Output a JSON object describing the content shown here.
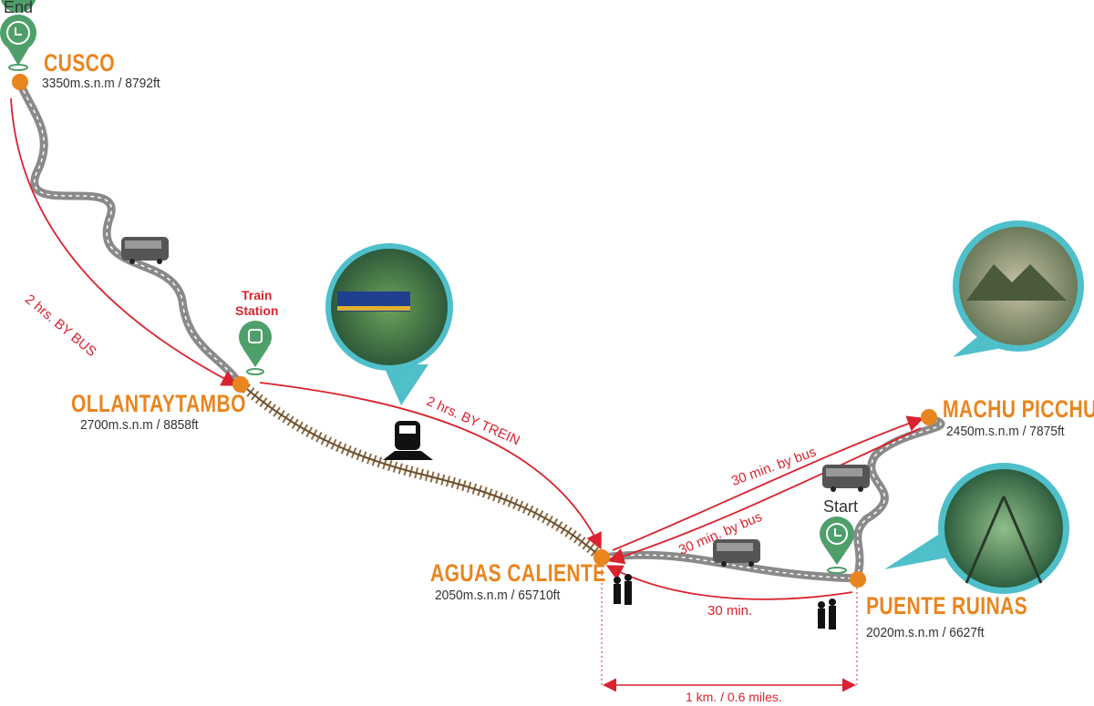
{
  "colors": {
    "accent": "#e9851f",
    "route": "#d9232e",
    "marker": "#4e9f6a",
    "callout": "#4fbfca",
    "road": "#8a8a8a"
  },
  "markers": {
    "end": "End",
    "start": "Start",
    "train_station": [
      "Train",
      "Station"
    ]
  },
  "places": {
    "cusco": {
      "name": "CUSCO",
      "altitude": "3350m.s.n.m / 8792ft"
    },
    "ollantaytambo": {
      "name": "OLLANTAYTAMBO",
      "altitude": "2700m.s.n.m / 8858ft"
    },
    "aguas_caliente": {
      "name": "AGUAS CALIENTE",
      "altitude": "2050m.s.n.m / 65710ft"
    },
    "machu_picchu": {
      "name": "MACHU PICCHU",
      "altitude": "2450m.s.n.m / 7875ft"
    },
    "puente_ruinas": {
      "name": "PUENTE RUINAS",
      "altitude": "2020m.s.n.m / 6627ft"
    }
  },
  "routes": {
    "cusco_ollantaytambo": "2 hrs. BY BUS",
    "ollantaytambo_aguas": "2 hrs. BY TREIN",
    "aguas_machu": "30 min. by bus",
    "machu_aguas": "30 min. by bus",
    "puente_aguas": "30 min."
  },
  "distance": "1 km. / 0.6 miles."
}
